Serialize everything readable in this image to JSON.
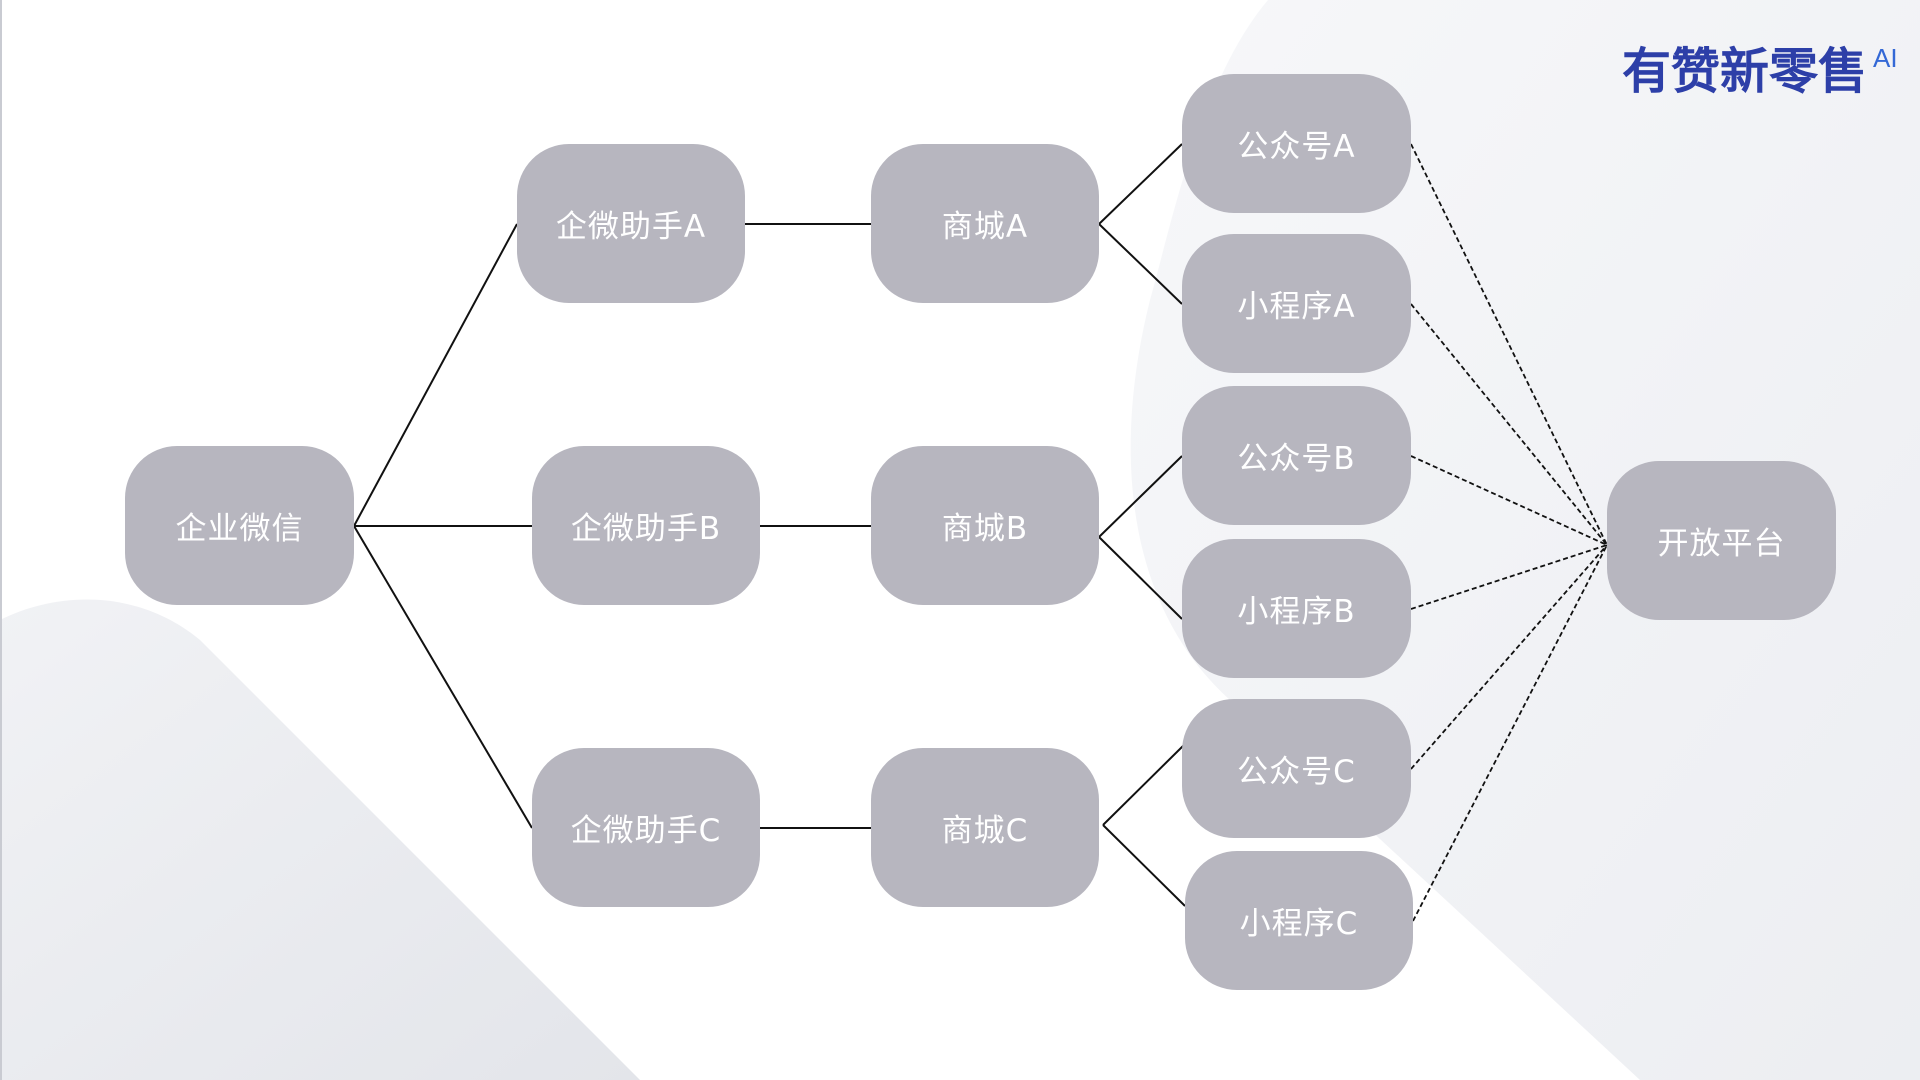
{
  "brand": {
    "name": "有赞新零售",
    "suffix": "AI",
    "color": "#2d3fa8",
    "suffix_color": "#3468d6"
  },
  "diagram": {
    "node_color": "#b7b6bf",
    "node_text_color": "#ffffff",
    "nodes": {
      "wecom": "企业微信",
      "assistant_a": "企微助手A",
      "assistant_b": "企微助手B",
      "assistant_c": "企微助手C",
      "mall_a": "商城A",
      "mall_b": "商城B",
      "mall_c": "商城C",
      "official_a": "公众号A",
      "miniapp_a": "小程序A",
      "official_b": "公众号B",
      "miniapp_b": "小程序B",
      "official_c": "公众号C",
      "miniapp_c": "小程序C",
      "open_platform": "开放平台"
    }
  }
}
